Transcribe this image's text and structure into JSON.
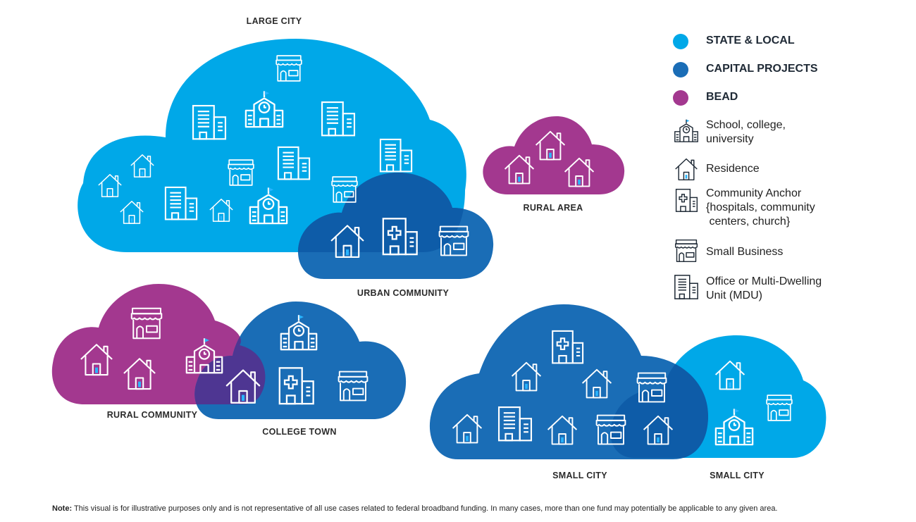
{
  "colors": {
    "state_local": "#00A8E8",
    "capital_projects": "#1A6DB6",
    "bead": "#A3388F",
    "overlap_blue": "#0E5CA8",
    "overlap_purple": "#4E3692"
  },
  "clouds": {
    "large_city": "LARGE CITY",
    "urban_community": "URBAN COMMUNITY",
    "rural_area": "RURAL AREA",
    "rural_community": "RURAL COMMUNITY",
    "college_town": "COLLEGE TOWN",
    "small_city_1": "SMALL CITY",
    "small_city_2": "SMALL CITY"
  },
  "legend": {
    "funds": [
      {
        "label": "STATE & LOCAL",
        "color": "#00A8E8"
      },
      {
        "label": "CAPITAL PROJECTS",
        "color": "#1A6DB6"
      },
      {
        "label": "BEAD",
        "color": "#A3388F"
      }
    ],
    "types": [
      {
        "icon": "school-icon",
        "lines": [
          "School, college,",
          "university"
        ]
      },
      {
        "icon": "house-icon",
        "lines": [
          "Residence"
        ]
      },
      {
        "icon": "hospital-icon",
        "lines": [
          "Community Anchor",
          "{hospitals, community",
          " centers, church}"
        ]
      },
      {
        "icon": "store-icon",
        "lines": [
          "Small Business"
        ]
      },
      {
        "icon": "office-icon",
        "lines": [
          "Office or Multi-Dwelling",
          "Unit (MDU)"
        ]
      }
    ]
  },
  "note": {
    "label": "Note:",
    "text": " This visual is for illustrative purposes only and is not representative of all use cases related to federal broadband funding. In many cases, more than one fund may potentially be applicable to any given area."
  }
}
